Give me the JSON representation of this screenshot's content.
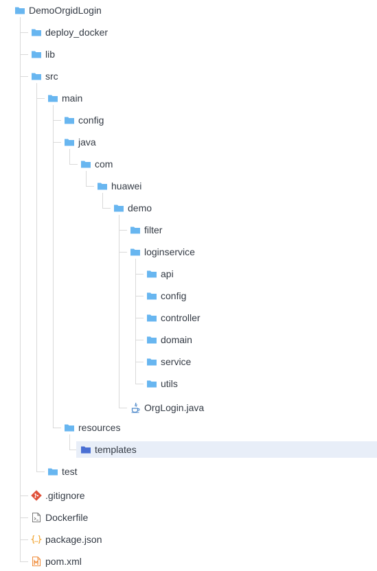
{
  "colors": {
    "folder": "#68b6f0",
    "folder_selected": "#4a6fd3",
    "selected_bg": "#e8eef8",
    "guide": "#d9d9d9",
    "text": "#333a44",
    "git": "#e0513a",
    "json": "#f2a93b",
    "maven": "#f08c3a",
    "java": "#4a86c8"
  },
  "tree": [
    {
      "id": "DemoOrgidLogin",
      "label": "DemoOrgidLogin",
      "depth": 0,
      "icon": "folder-icon"
    },
    {
      "id": "deploy_docker",
      "label": "deploy_docker",
      "depth": 1,
      "icon": "folder-icon"
    },
    {
      "id": "lib",
      "label": "lib",
      "depth": 1,
      "icon": "folder-icon"
    },
    {
      "id": "src",
      "label": "src",
      "depth": 1,
      "icon": "folder-icon"
    },
    {
      "id": "main",
      "label": "main",
      "depth": 2,
      "icon": "folder-icon"
    },
    {
      "id": "config",
      "label": "config",
      "depth": 3,
      "icon": "folder-icon"
    },
    {
      "id": "java",
      "label": "java",
      "depth": 3,
      "icon": "folder-icon"
    },
    {
      "id": "com",
      "label": "com",
      "depth": 4,
      "icon": "folder-icon"
    },
    {
      "id": "huawei",
      "label": "huawei",
      "depth": 5,
      "icon": "folder-icon"
    },
    {
      "id": "demo",
      "label": "demo",
      "depth": 6,
      "icon": "folder-icon"
    },
    {
      "id": "filter",
      "label": "filter",
      "depth": 7,
      "icon": "folder-icon"
    },
    {
      "id": "loginservice",
      "label": "loginservice",
      "depth": 7,
      "icon": "folder-icon"
    },
    {
      "id": "api",
      "label": "api",
      "depth": 8,
      "icon": "folder-icon"
    },
    {
      "id": "config2",
      "label": "config",
      "depth": 8,
      "icon": "folder-icon"
    },
    {
      "id": "controller",
      "label": "controller",
      "depth": 8,
      "icon": "folder-icon"
    },
    {
      "id": "domain",
      "label": "domain",
      "depth": 8,
      "icon": "folder-icon"
    },
    {
      "id": "service",
      "label": "service",
      "depth": 8,
      "icon": "folder-icon"
    },
    {
      "id": "utils",
      "label": "utils",
      "depth": 8,
      "icon": "folder-icon"
    },
    {
      "id": "OrgLogin",
      "label": "OrgLogin.java",
      "depth": 7,
      "icon": "java-file-icon"
    },
    {
      "id": "resources",
      "label": "resources",
      "depth": 3,
      "icon": "folder-icon"
    },
    {
      "id": "templates",
      "label": "templates",
      "depth": 4,
      "icon": "folder-icon",
      "selected": true
    },
    {
      "id": "test",
      "label": "test",
      "depth": 2,
      "icon": "folder-icon"
    },
    {
      "id": "gitignore",
      "label": ".gitignore",
      "depth": 1,
      "icon": "git-file-icon"
    },
    {
      "id": "Dockerfile",
      "label": "Dockerfile",
      "depth": 1,
      "icon": "dockerfile-icon"
    },
    {
      "id": "package_json",
      "label": "package.json",
      "depth": 1,
      "icon": "json-file-icon"
    },
    {
      "id": "pom_xml",
      "label": "pom.xml",
      "depth": 1,
      "icon": "maven-file-icon"
    }
  ]
}
